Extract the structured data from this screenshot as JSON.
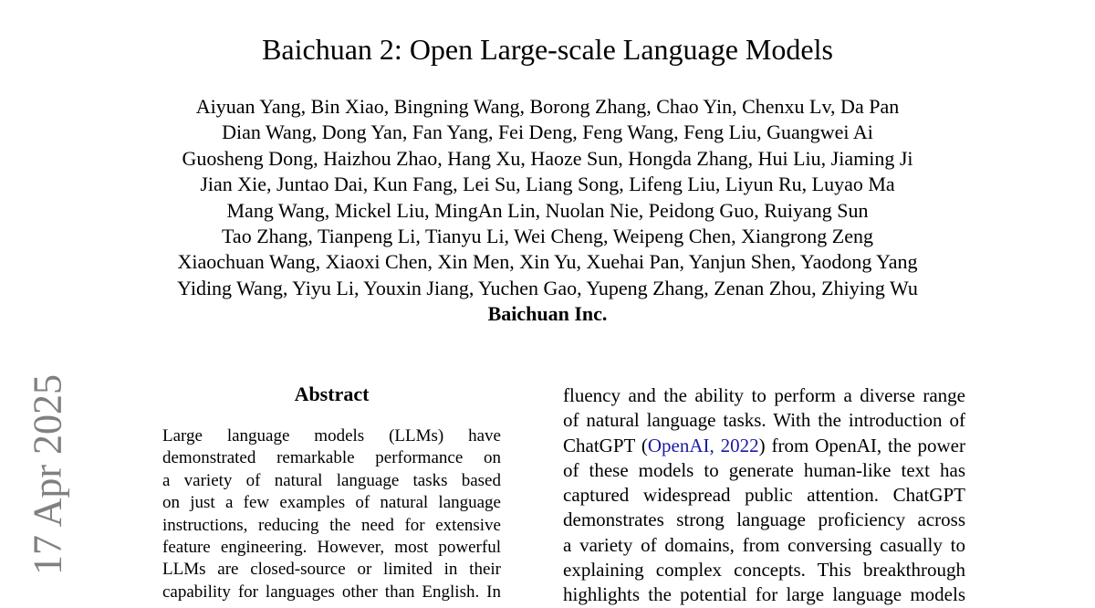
{
  "title": "Baichuan 2: Open Large-scale Language Models",
  "author_lines": [
    "Aiyuan Yang, Bin Xiao, Bingning Wang, Borong Zhang, Chao Yin, Chenxu Lv, Da Pan",
    "Dian Wang, Dong Yan, Fan Yang, Fei Deng, Feng Wang, Feng Liu, Guangwei Ai",
    "Guosheng Dong, Haizhou Zhao, Hang Xu, Haoze Sun, Hongda Zhang, Hui Liu, Jiaming Ji",
    "Jian Xie, Juntao Dai, Kun Fang, Lei Su, Liang Song, Lifeng Liu, Liyun Ru, Luyao Ma",
    "Mang Wang, Mickel Liu, MingAn Lin, Nuolan Nie, Peidong Guo, Ruiyang Sun",
    "Tao Zhang, Tianpeng Li, Tianyu Li, Wei Cheng, Weipeng Chen, Xiangrong Zeng",
    "Xiaochuan Wang, Xiaoxi Chen, Xin Men, Xin Yu, Xuehai Pan, Yanjun Shen, Yaodong Yang",
    "Yiding Wang, Yiyu Li, Youxin Jiang, Yuchen Gao, Yupeng Zhang, Zenan Zhou, Zhiying Wu"
  ],
  "affiliation": "Baichuan Inc.",
  "arxiv_date": "17 Apr 2025",
  "abstract_heading": "Abstract",
  "abstract_lines": [
    "Large language models (LLMs) have",
    "demonstrated remarkable performance on",
    "a variety of natural language tasks based",
    "on just a few examples of natural language",
    "instructions, reducing the need for extensive",
    "feature engineering. However, most powerful",
    "LLMs are closed-source or limited in their",
    "capability for languages other than English. In"
  ],
  "right_lines": {
    "l0": "fluency and the ability to perform a diverse range",
    "l1": "of natural language tasks. With the introduction of",
    "l2_pre": "ChatGPT (",
    "l2_cite": "OpenAI, 2022",
    "l2_post": ") from OpenAI, the power",
    "l3": "of these models to generate human-like text has",
    "l4": "captured widespread public attention.  ChatGPT",
    "l5": "demonstrates strong language proficiency across",
    "l6": "a variety of domains, from conversing casually to",
    "l7": "explaining complex concepts. This breakthrough",
    "l8": "highlights the potential for large language models"
  },
  "colors": {
    "citation": "#1a1aa6",
    "arxiv_stamp": "#808080"
  }
}
